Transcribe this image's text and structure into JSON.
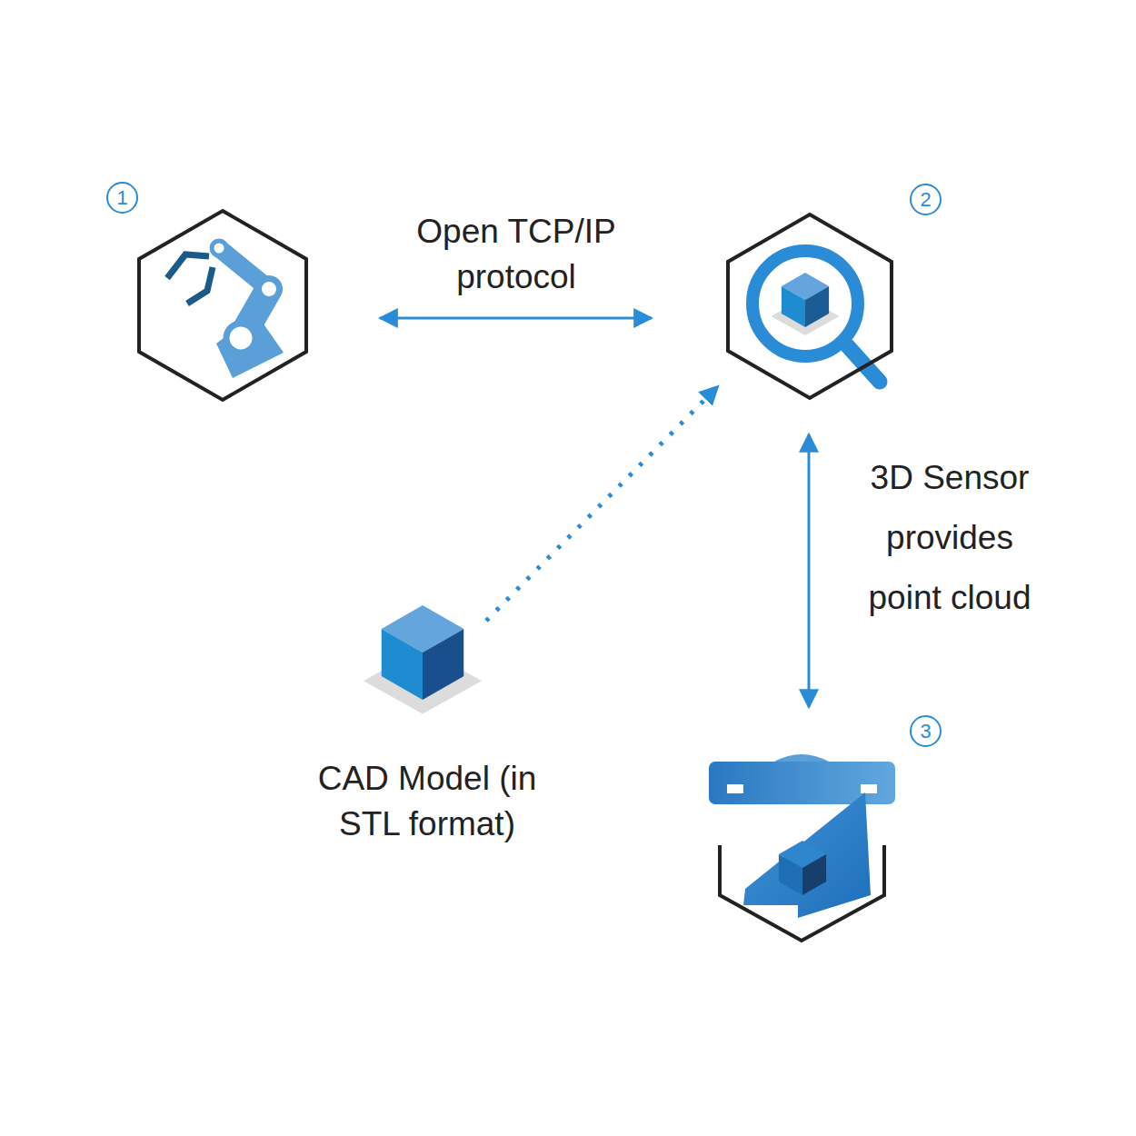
{
  "diagram": {
    "nodes": [
      {
        "text": [
          "1"
        ]
      },
      {
        "text": [
          "2"
        ]
      },
      {
        "text": [
          "CAD Model (in STL format)"
        ]
      },
      {
        "text": [
          "3"
        ]
      }
    ],
    "edges": [
      {
        "from": 0,
        "to": 1,
        "arrow": "both",
        "label": "Open TCP/IP protocol"
      },
      {
        "from": 2,
        "to": 1,
        "arrow": "to"
      },
      {
        "from": 1,
        "to": 3,
        "arrow": "both",
        "label": "3D Sensor provides point cloud"
      }
    ]
  }
}
